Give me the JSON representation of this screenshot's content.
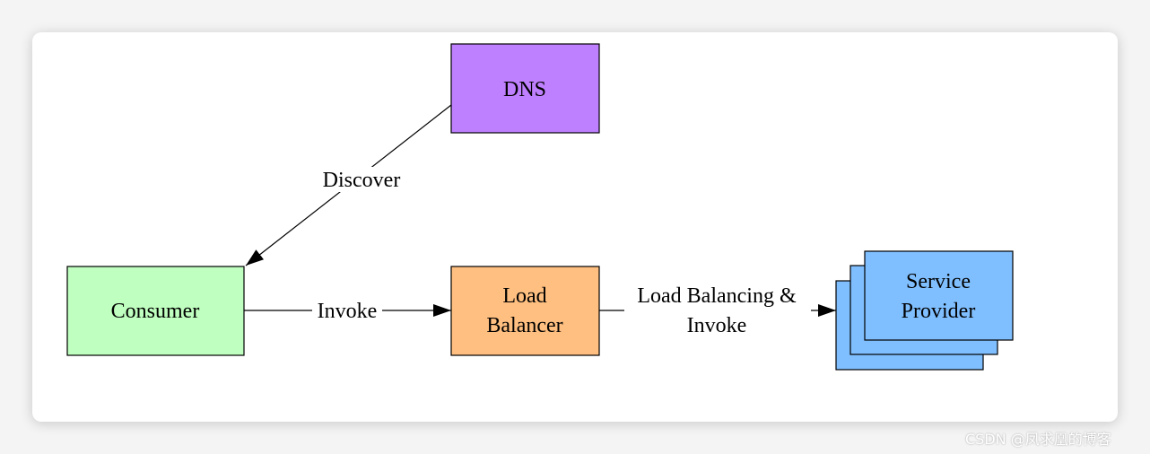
{
  "nodes": {
    "dns": {
      "label": "DNS",
      "color": "#bf80ff"
    },
    "consumer": {
      "label": "Consumer",
      "color": "#bfffbf"
    },
    "load_balancer": {
      "line1": "Load",
      "line2": "Balancer",
      "color": "#ffbf80"
    },
    "service_provider": {
      "line1": "Service",
      "line2": "Provider",
      "color": "#80bfff"
    }
  },
  "edges": {
    "discover": {
      "label": "Discover"
    },
    "invoke": {
      "label": "Invoke"
    },
    "lb_invoke": {
      "line1": "Load Balancing &",
      "line2": "Invoke"
    }
  },
  "watermark": {
    "text": "CSDN @凤求凰的博客"
  }
}
